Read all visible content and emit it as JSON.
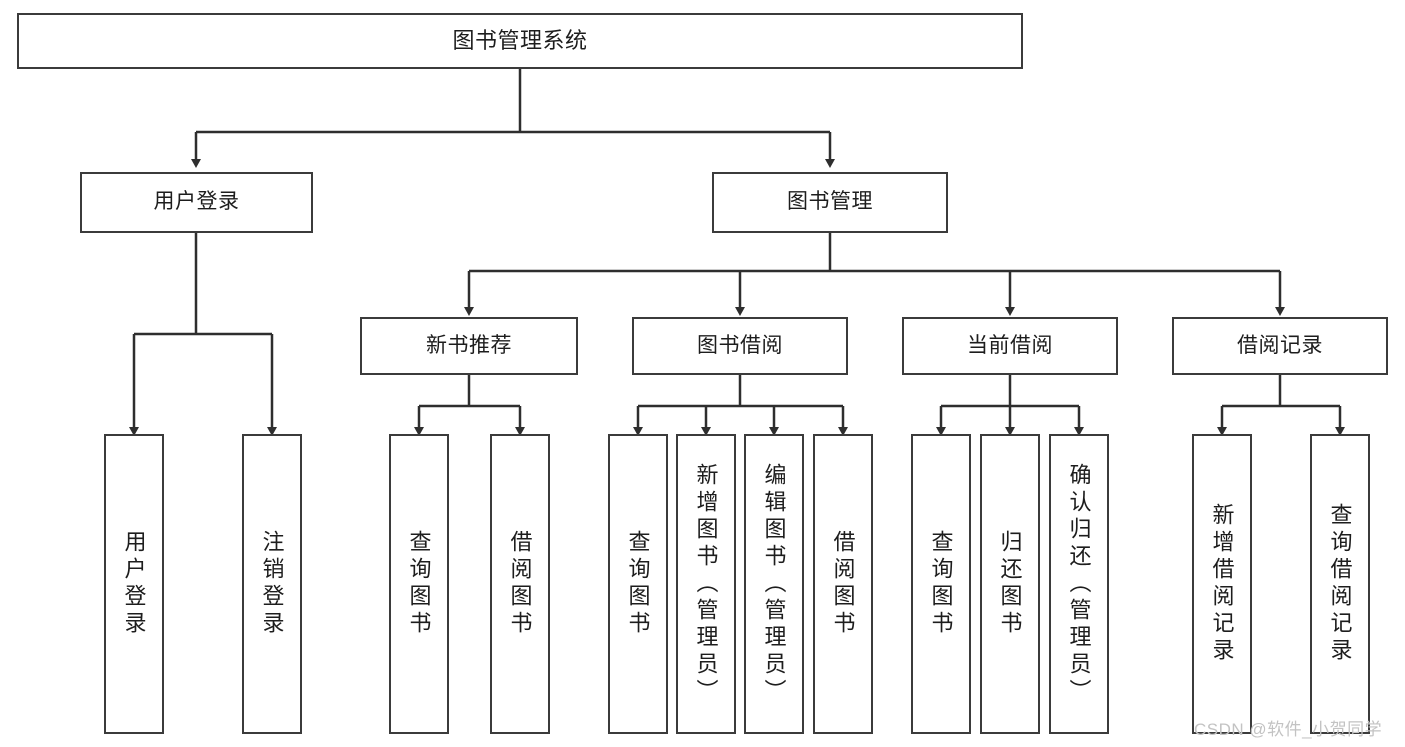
{
  "diagram": {
    "title": "图书管理系统",
    "type": "functional-structure-tree",
    "stroke_color": "#3b3b3b",
    "fill_color": "#ffffff",
    "text_color": "#1d1d1d",
    "watermark": "CSDN @软件_小贺同学",
    "root": {
      "label": "图书管理系统"
    },
    "level2": [
      {
        "label": "用户登录"
      },
      {
        "label": "图书管理"
      }
    ],
    "level3": [
      {
        "label": "新书推荐"
      },
      {
        "label": "图书借阅"
      },
      {
        "label": "当前借阅"
      },
      {
        "label": "借阅记录"
      }
    ],
    "leaves": {
      "user_login": [
        {
          "label": "用户登录"
        },
        {
          "label": "注销登录"
        }
      ],
      "new_book_recommend": [
        {
          "label": "查询图书"
        },
        {
          "label": "借阅图书"
        }
      ],
      "book_borrow": [
        {
          "label": "查询图书"
        },
        {
          "label": "新增图书（管理员）"
        },
        {
          "label": "编辑图书（管理员）"
        },
        {
          "label": "借阅图书"
        }
      ],
      "current_borrow": [
        {
          "label": "查询图书"
        },
        {
          "label": "归还图书"
        },
        {
          "label": "确认归还（管理员）"
        }
      ],
      "borrow_record": [
        {
          "label": "新增借阅记录"
        },
        {
          "label": "查询借阅记录"
        }
      ]
    }
  }
}
